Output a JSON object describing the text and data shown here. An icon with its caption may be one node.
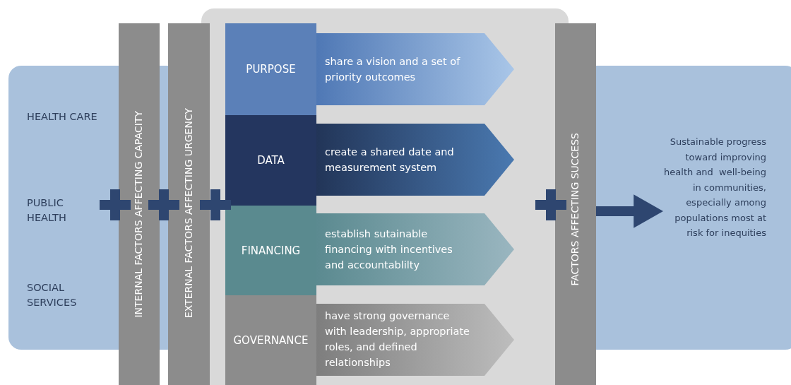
{
  "diagram": {
    "nodes": [
      {
        "text": [
          "HEALTH CARE",
          "PUBLIC HEALTH",
          "SOCIAL SERVICES"
        ]
      },
      {
        "text": [
          "INTERNAL FACTORS AFFECTING CAPACITY"
        ]
      },
      {
        "text": [
          "EXTERNAL FACTORS AFFECTING URGENCY"
        ]
      },
      {
        "text": [],
        "shape": "box"
      },
      {
        "text": [
          "PURPOSE"
        ],
        "in": 3
      },
      {
        "text": [
          "share a vision and a set of priority outcomes"
        ],
        "in": 3
      },
      {
        "text": [
          "DATA"
        ],
        "in": 3
      },
      {
        "text": [
          "create a shared date and measurement system"
        ],
        "in": 3
      },
      {
        "text": [
          "FINANCING"
        ],
        "in": 3
      },
      {
        "text": [
          "establish sutainable financing with incentives and accountablilty"
        ],
        "in": 3
      },
      {
        "text": [
          "GOVERNANCE"
        ],
        "in": 3
      },
      {
        "text": [
          "have strong governance with leadership, appropriate roles, and defined relationships"
        ],
        "in": 3
      },
      {
        "text": [
          "FACTORS AFFECTING SUCCESS"
        ]
      },
      {
        "text": [
          "Sustainable progress toward improving health and  well-being in communities, especially among populations most at risk for inequities"
        ]
      }
    ],
    "edges": [
      {
        "from": 12,
        "to": 13,
        "arrow": "to"
      }
    ]
  }
}
